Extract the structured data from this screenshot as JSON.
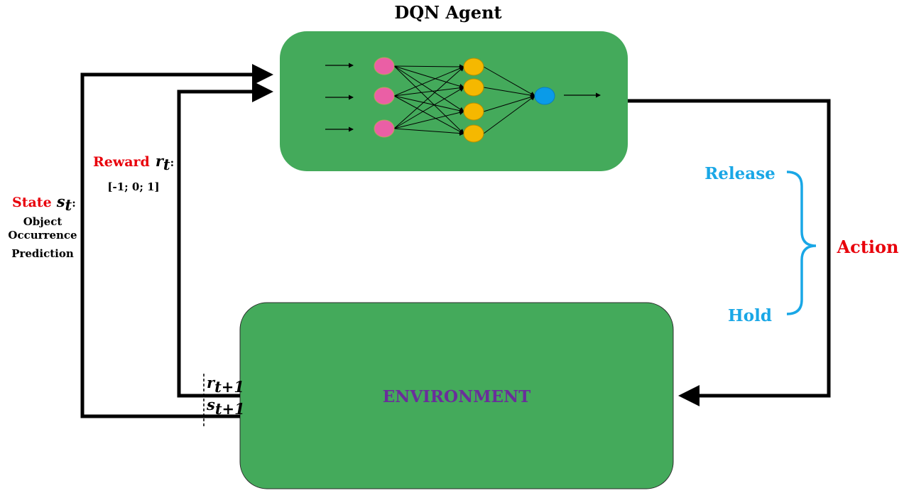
{
  "agent": {
    "title": "DQN Agent"
  },
  "environment": {
    "label": "ENVIRONMENT"
  },
  "state": {
    "label": "State",
    "symbol": "s",
    "subscript": "t",
    "colon": ":",
    "desc_line1": "Object",
    "desc_line2": "Occurrence",
    "desc_line3": "Prediction"
  },
  "reward": {
    "label": "Reward",
    "symbol": "r",
    "subscript": "t",
    "colon": ":",
    "values": "[-1; 0; 1]"
  },
  "next": {
    "r_symbol": "r",
    "r_subscript": "t+1",
    "s_symbol": "s",
    "s_subscript": "t+1"
  },
  "action": {
    "label": "Action",
    "option_release": "Release",
    "option_hold": "Hold"
  },
  "colors": {
    "box_green": "#44aa5b",
    "input_node": "#ea5fa5",
    "hidden_node": "#f5b800",
    "output_node": "#0a9be8",
    "red": "#e8000b",
    "blue": "#19a7e6",
    "purple": "#6a2e9a"
  }
}
